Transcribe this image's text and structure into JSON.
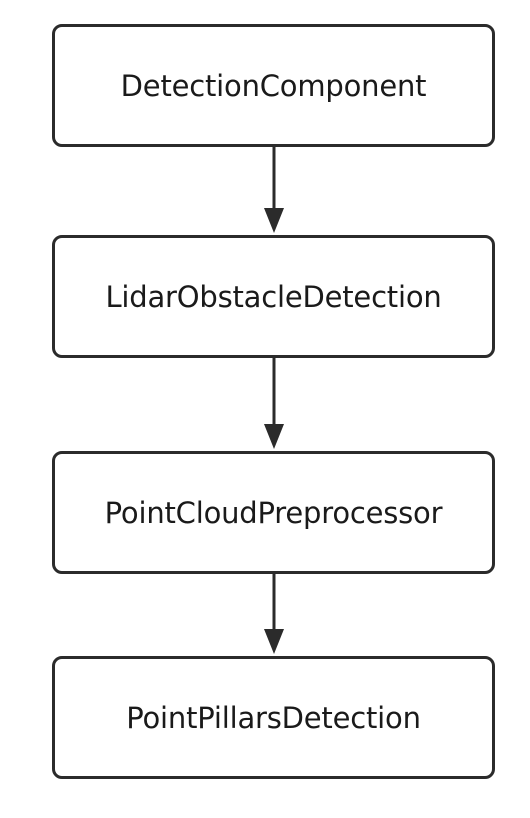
{
  "diagram": {
    "nodes": [
      {
        "id": "detection-component",
        "label": "DetectionComponent"
      },
      {
        "id": "lidar-obstacle-detection",
        "label": "LidarObstacleDetection"
      },
      {
        "id": "point-cloud-preprocessor",
        "label": "PointCloudPreprocessor"
      },
      {
        "id": "point-pillars-detection",
        "label": "PointPillarsDetection"
      }
    ],
    "edges": [
      {
        "from": "detection-component",
        "to": "lidar-obstacle-detection"
      },
      {
        "from": "lidar-obstacle-detection",
        "to": "point-cloud-preprocessor"
      },
      {
        "from": "point-cloud-preprocessor",
        "to": "point-pillars-detection"
      }
    ],
    "colors": {
      "stroke": "#2b2b2b",
      "text": "#1a1a1a",
      "background": "#ffffff"
    }
  }
}
